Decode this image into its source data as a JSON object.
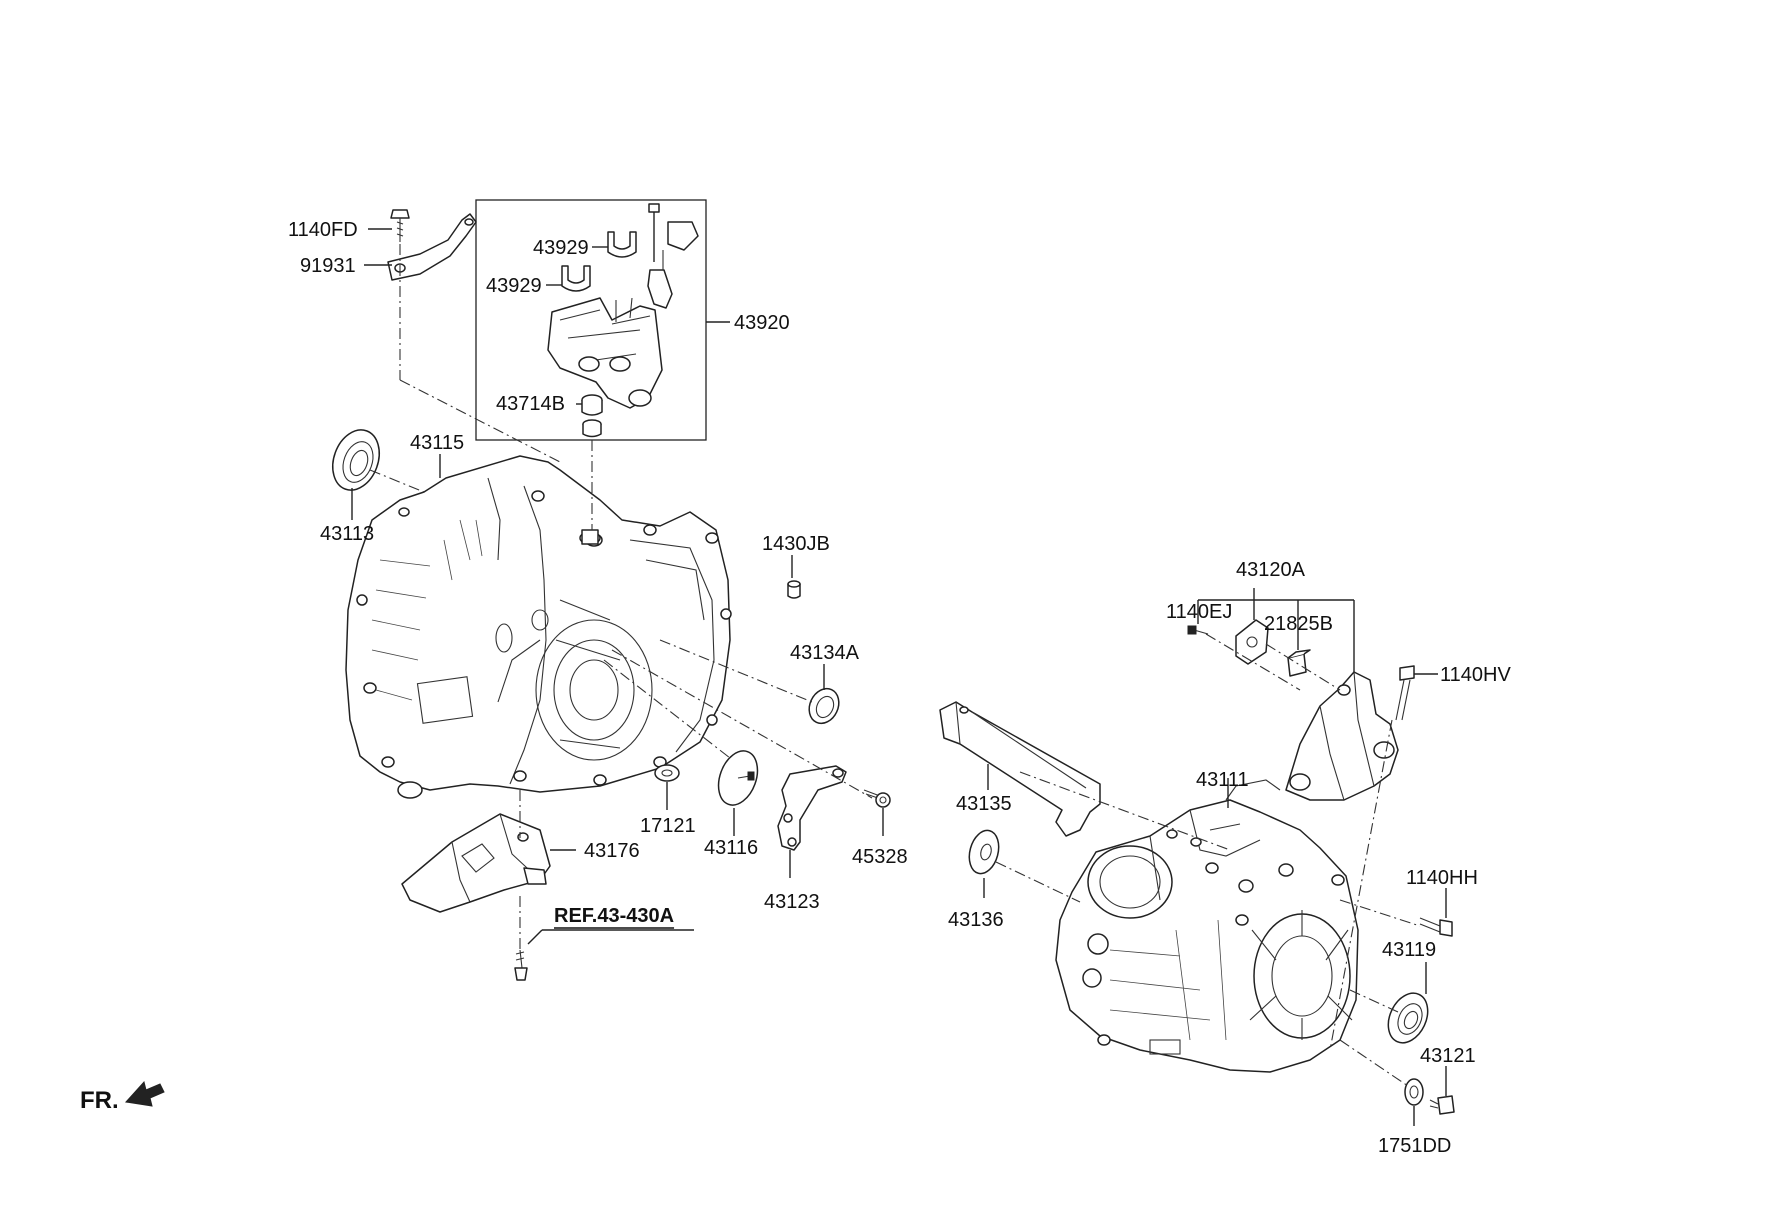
{
  "diagram": {
    "labels": {
      "p1140FD": "1140FD",
      "p91931": "91931",
      "p43929a": "43929",
      "p43929b": "43929",
      "p43920": "43920",
      "p43714B": "43714B",
      "p43115": "43115",
      "p43113": "43113",
      "p1430JB": "1430JB",
      "p43134A": "43134A",
      "p17121": "17121",
      "p43116": "43116",
      "p43123": "43123",
      "p45328": "45328",
      "p43176": "43176",
      "p43120A": "43120A",
      "p1140EJ": "1140EJ",
      "p21825B": "21825B",
      "p1140HV": "1140HV",
      "p43135": "43135",
      "p43111": "43111",
      "p43136": "43136",
      "p1140HH": "1140HH",
      "p43119": "43119",
      "p43121": "43121",
      "p1751DD": "1751DD"
    },
    "ref": "REF.43-430A",
    "fr": "FR."
  }
}
